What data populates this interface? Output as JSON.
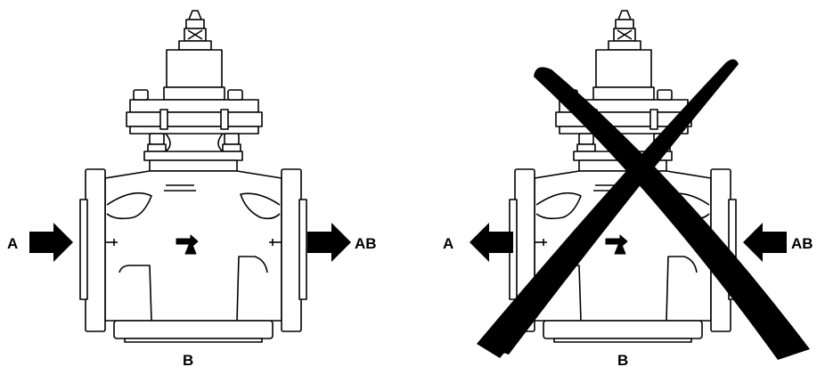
{
  "panels": [
    {
      "id": "correct",
      "labels": {
        "left": "A",
        "right": "AB",
        "bottom": "B"
      },
      "flow": "in-left-out-right",
      "crossed_out": false
    },
    {
      "id": "incorrect",
      "labels": {
        "left": "A",
        "right": "AB",
        "bottom": "B"
      },
      "flow": "out-left-in-right",
      "crossed_out": true
    }
  ],
  "colors": {
    "line": "#000000",
    "fill": "#ffffff"
  },
  "icons": {
    "flow_arrow": "arrow-icon",
    "cross": "cross-out-icon",
    "valve": "three-way-valve-icon"
  }
}
